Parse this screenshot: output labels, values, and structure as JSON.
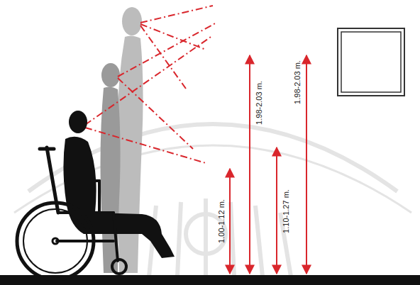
{
  "diagram": {
    "labels": [
      "1.00-1.12 m.",
      "1.98-2.03 m.",
      "1.10-1.27 m.",
      "1.98-2.03 m."
    ]
  }
}
